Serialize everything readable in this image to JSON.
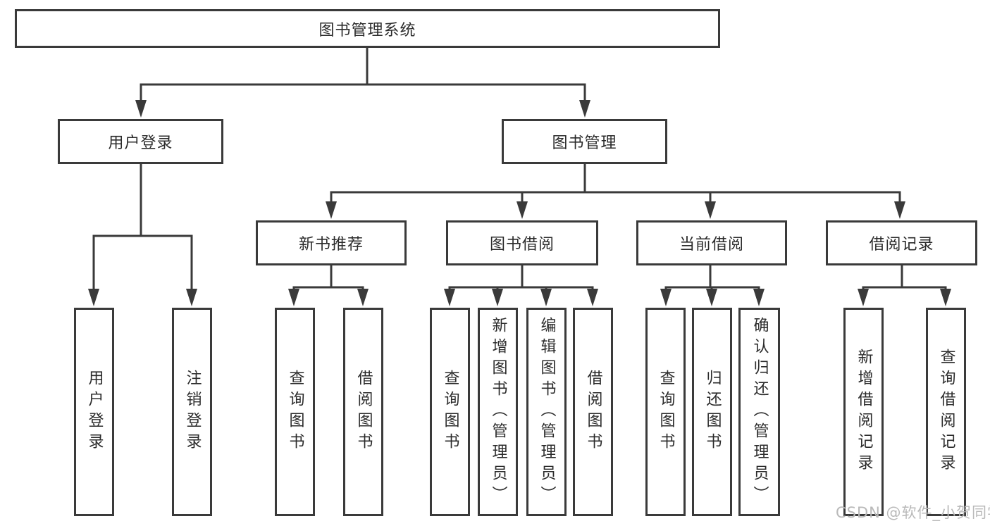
{
  "diagram": {
    "title": "图书管理系统",
    "colors": {
      "line": "#3a3a3a",
      "text": "#2b2b2b",
      "background": "#ffffff",
      "watermark": "#b9b9b9"
    },
    "nodes": {
      "root": "图书管理系统",
      "user_login": "用户登录",
      "book_mgmt": "图书管理",
      "new_book_rec": "新书推荐",
      "book_borrow": "图书借阅",
      "current_borrow": "当前借阅",
      "borrow_records": "借阅记录",
      "leaf_user_login": "用户登录",
      "leaf_logout": "注销登录",
      "leaf_query_book_1": "查询图书",
      "leaf_borrow_book_1": "借阅图书",
      "leaf_query_book_2": "查询图书",
      "leaf_add_book": "新增图书（管理员）",
      "leaf_edit_book": "编辑图书（管理员）",
      "leaf_borrow_book_2": "借阅图书",
      "leaf_query_book_3": "查询图书",
      "leaf_return_book": "归还图书",
      "leaf_confirm_return": "确认归还（管理员）",
      "leaf_add_record": "新增借阅记录",
      "leaf_query_record": "查询借阅记录"
    },
    "hierarchy": {
      "图书管理系统": {
        "用户登录": [
          "用户登录",
          "注销登录"
        ],
        "图书管理": {
          "新书推荐": [
            "查询图书",
            "借阅图书"
          ],
          "图书借阅": [
            "查询图书",
            "新增图书（管理员）",
            "编辑图书（管理员）",
            "借阅图书"
          ],
          "当前借阅": [
            "查询图书",
            "归还图书",
            "确认归还（管理员）"
          ],
          "借阅记录": [
            "新增借阅记录",
            "查询借阅记录"
          ]
        }
      }
    },
    "watermark": "CSDN @软件_小贺同学"
  }
}
